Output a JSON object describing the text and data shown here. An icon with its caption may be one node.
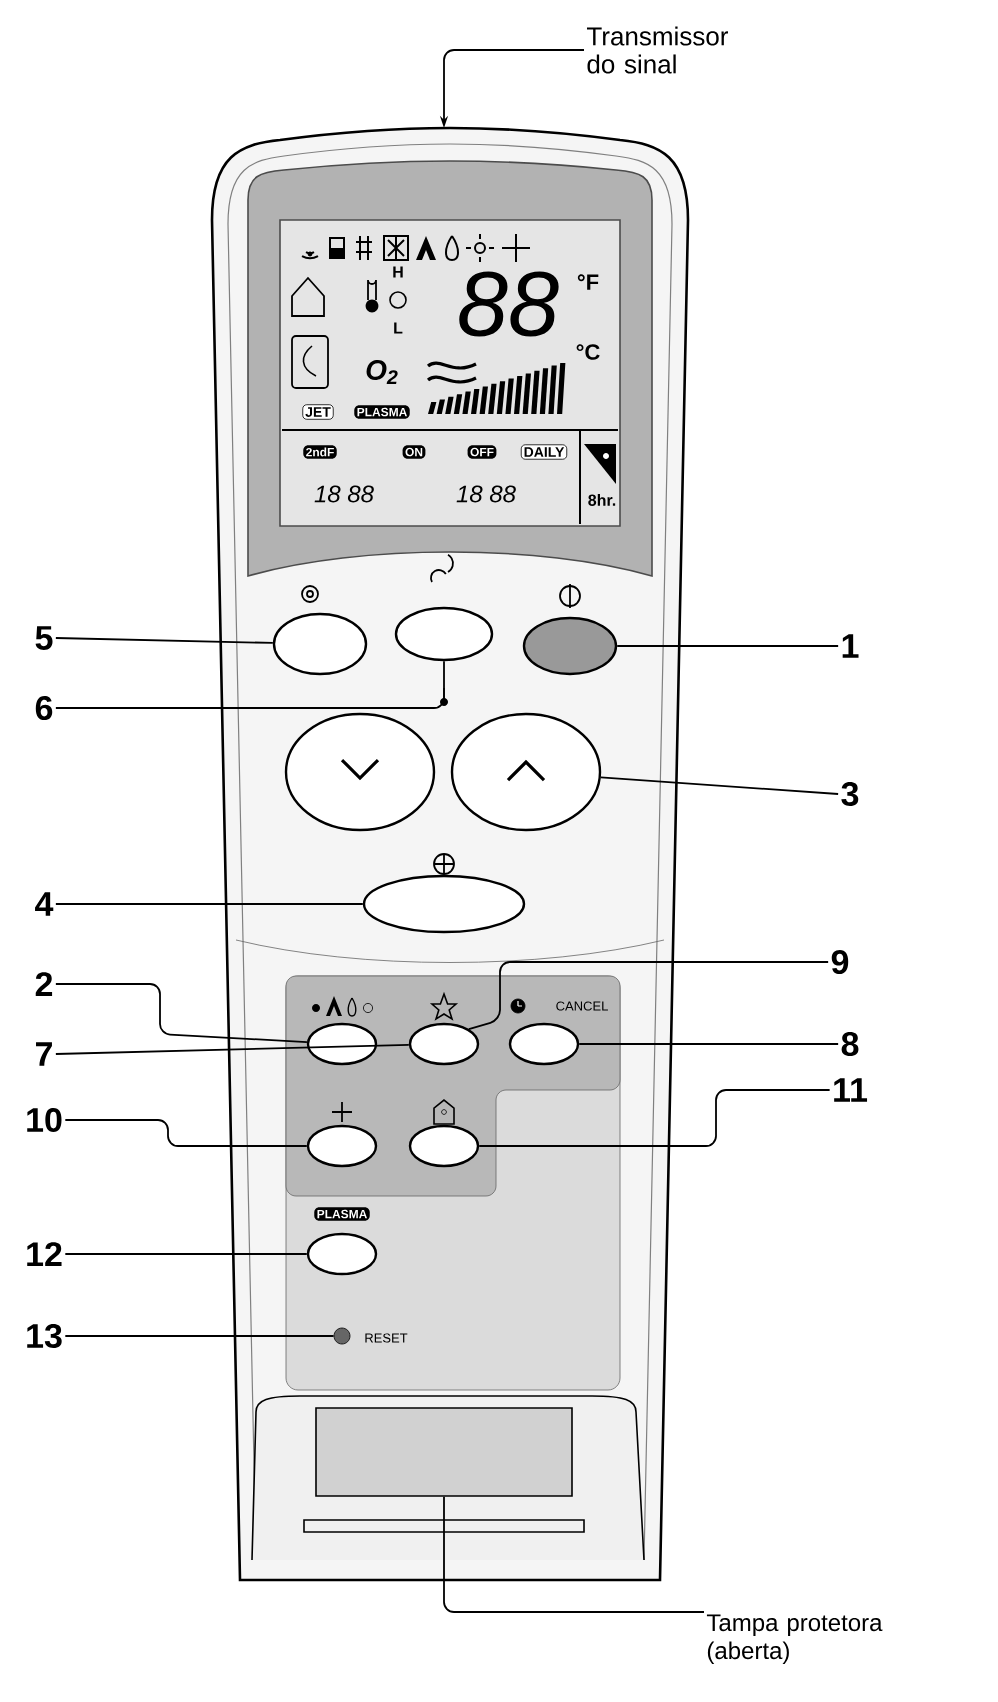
{
  "diagram": {
    "nodes": [
      {
        "text": [
          "Transmissor do sinal"
        ]
      },
      {
        "text": [
          "5"
        ]
      },
      {
        "text": [
          "6"
        ]
      },
      {
        "text": [
          "1"
        ]
      },
      {
        "text": [
          "3"
        ]
      },
      {
        "text": [
          "4"
        ]
      },
      {
        "text": [
          "2"
        ]
      },
      {
        "text": [
          "9"
        ]
      },
      {
        "text": [
          "7"
        ]
      },
      {
        "text": [
          "8"
        ]
      },
      {
        "text": [
          "10"
        ]
      },
      {
        "text": [
          "11"
        ]
      },
      {
        "text": [
          "12"
        ]
      },
      {
        "text": [
          "13"
        ]
      },
      {
        "text": [
          "Tampa protetora (aberta)"
        ]
      },
      {
        "text": [],
        "shape": "oval"
      },
      {
        "text": [],
        "shape": "oval"
      },
      {
        "text": [],
        "shape": "oval"
      },
      {
        "text": [],
        "shape": "oval"
      },
      {
        "text": [],
        "shape": "oval"
      },
      {
        "text": [],
        "shape": "oval"
      },
      {
        "text": [],
        "shape": "oval"
      },
      {
        "text": [],
        "shape": "oval"
      },
      {
        "text": [],
        "shape": "oval"
      },
      {
        "text": [],
        "shape": "oval"
      },
      {
        "text": [],
        "shape": "oval"
      },
      {
        "text": [],
        "shape": "oval"
      },
      {
        "text": [],
        "shape": "circle"
      },
      {
        "text": [],
        "shape": "box"
      }
    ],
    "edges": [
      {
        "from": 0,
        "to": null,
        "arrow": "to"
      },
      {
        "from": 1,
        "to": 15,
        "arrow": "none"
      },
      {
        "from": 2,
        "to": 16,
        "arrow": "none"
      },
      {
        "from": 3,
        "to": 17,
        "arrow": "none"
      },
      {
        "from": 4,
        "to": 19,
        "arrow": "none"
      },
      {
        "from": 5,
        "to": 20,
        "arrow": "none"
      },
      {
        "from": 6,
        "to": 21,
        "arrow": "none"
      },
      {
        "from": 7,
        "to": 22,
        "arrow": "none"
      },
      {
        "from": 8,
        "to": 22,
        "arrow": "none"
      },
      {
        "from": 9,
        "to": 23,
        "arrow": "none"
      },
      {
        "from": 10,
        "to": 24,
        "arrow": "none"
      },
      {
        "from": 11,
        "to": 25,
        "arrow": "none"
      },
      {
        "from": 12,
        "to": 26,
        "arrow": "none"
      },
      {
        "from": 13,
        "to": 27,
        "arrow": "none"
      },
      {
        "from": 14,
        "to": 28,
        "arrow": "none"
      }
    ],
    "labels": [
      "H",
      "88",
      "°F",
      "L",
      "°C",
      "O$_{2}$",
      "JET",
      "PLASMA",
      "2ndF",
      "ON",
      "OFF",
      "DAILY",
      "18 88",
      "18 88",
      "8hr.",
      "CANCEL",
      "PLASMA",
      "RESET"
    ]
  }
}
